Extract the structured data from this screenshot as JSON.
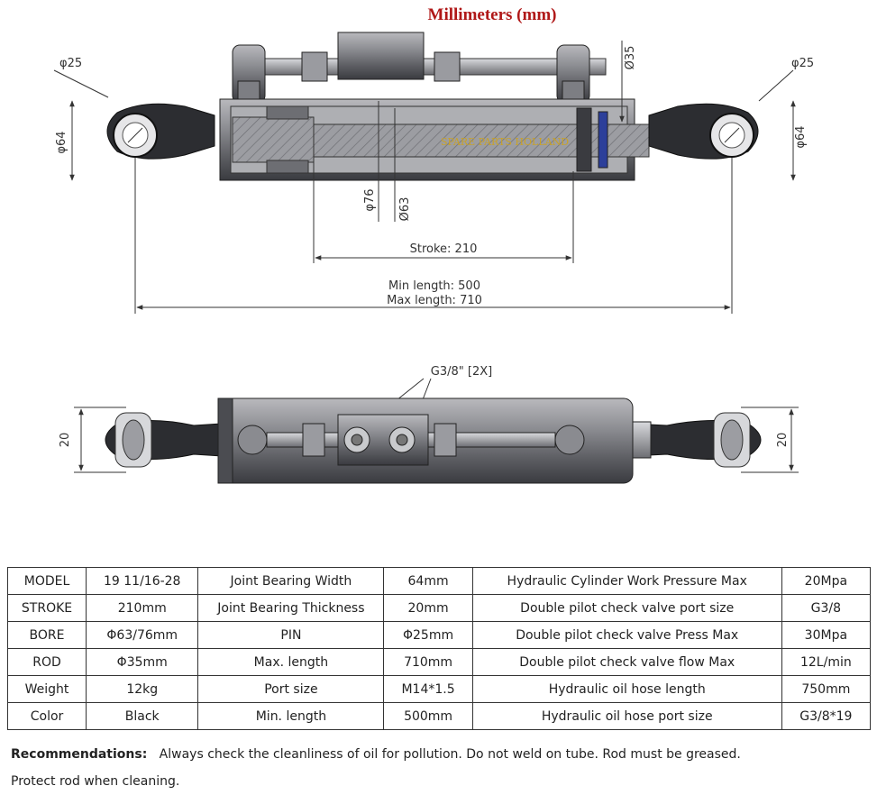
{
  "header": {
    "title": "Millimeters (mm)"
  },
  "top_view": {
    "eye_dia_left": "φ25",
    "eye_dia_right": "φ25",
    "eye_outer_left": "φ64",
    "eye_outer_right": "φ64",
    "rod_dia": "Ø35",
    "cyl_outer": "φ76",
    "cyl_inner": "Ø63",
    "stroke": "Stroke: 210",
    "min_length": "Min length: 500",
    "max_length": "Max length: 710",
    "watermark": "SPARE PARTS HOLLAND"
  },
  "side_view": {
    "port_label": "G3/8\" [2X]",
    "bearing_left": "20",
    "bearing_right": "20"
  },
  "spec_table": {
    "rows": [
      [
        "MODEL",
        "19 11/16-28",
        "Joint Bearing Width",
        "64mm",
        "Hydraulic Cylinder Work Pressure Max",
        "20Mpa"
      ],
      [
        "STROKE",
        "210mm",
        "Joint Bearing Thickness",
        "20mm",
        "Double pilot check valve port size",
        "G3/8"
      ],
      [
        "BORE",
        "Φ63/76mm",
        "PIN",
        "Φ25mm",
        "Double pilot check valve Press Max",
        "30Mpa"
      ],
      [
        "ROD",
        "Φ35mm",
        "Max. length",
        "710mm",
        "Double pilot check valve flow Max",
        "12L/min"
      ],
      [
        "Weight",
        "12kg",
        "Port size",
        "M14*1.5",
        "Hydraulic oil hose length",
        "750mm"
      ],
      [
        "Color",
        "Black",
        "Min. length",
        "500mm",
        "Hydraulic oil hose port size",
        "G3/8*19"
      ]
    ]
  },
  "recommendations": {
    "label": "Recommendations:",
    "text": "Always check the cleanliness of oil for pollution.    Do not weld on tube. Rod must be greased.",
    "text2": "Protect rod when cleaning."
  }
}
